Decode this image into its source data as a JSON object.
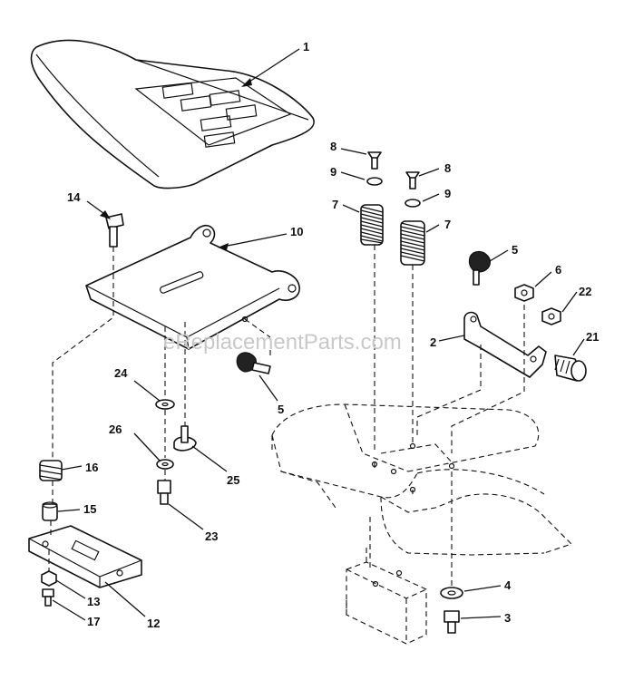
{
  "watermark": "eReplacementParts.com",
  "callouts": {
    "seat": "1",
    "bracket_left": "2",
    "bolt_bottom": "3",
    "washer_bottom": "4",
    "knob_upper": "5",
    "knob_lower": "5",
    "nut_6": "6",
    "spring_left": "7",
    "spring_right": "7",
    "pin_left": "8",
    "pin_right": "8",
    "washer_left": "9",
    "washer_right": "9",
    "seat_pan": "10",
    "slide_plate": "12",
    "nut_13": "13",
    "bolt_14": "14",
    "spacer_15": "15",
    "spring_16": "16",
    "bolt_17": "17",
    "knob_21": "21",
    "nut_22": "22",
    "bolt_23": "23",
    "washer_24": "24",
    "bolt_25": "25",
    "washer_26": "26"
  }
}
